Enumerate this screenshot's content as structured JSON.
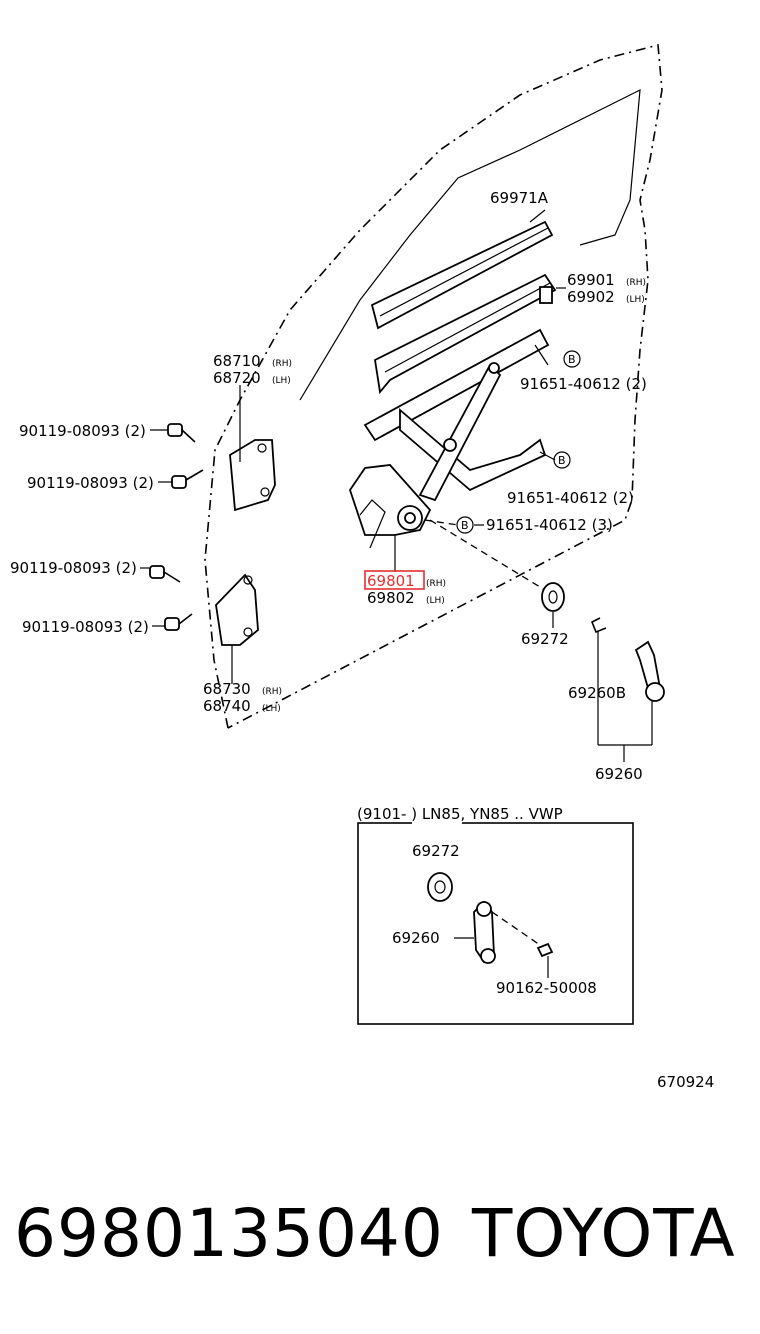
{
  "labels": {
    "p69971A": "69971A",
    "p69901": "69901",
    "p69902": "69902",
    "p68710": "68710",
    "p68720": "68720",
    "p91651a": "91651-40612 (2)",
    "p90119a": "90119-08093 (2)",
    "p90119b": "90119-08093 (2)",
    "p91651b": "91651-40612 (2)",
    "p91651c": "91651-40612 (3)",
    "p90119c": "90119-08093 (2)",
    "p69801": "69801",
    "p69802": "69802",
    "p90119d": "90119-08093 (2)",
    "p69272": "69272",
    "p69260B": "69260B",
    "p68730": "68730",
    "p68740": "68740",
    "p69260": "69260",
    "inset_header": "(9101-        ) LN85, YN85 .. VWP",
    "inset_69272": "69272",
    "inset_69260": "69260",
    "inset_90162": "90162-50008",
    "figure_no": "670924",
    "rh": "(RH)",
    "lh": "(LH)",
    "b": "B"
  },
  "highlight": "#e53030",
  "footer": {
    "part_number": "6980135040",
    "brand": "TOYOTA"
  }
}
